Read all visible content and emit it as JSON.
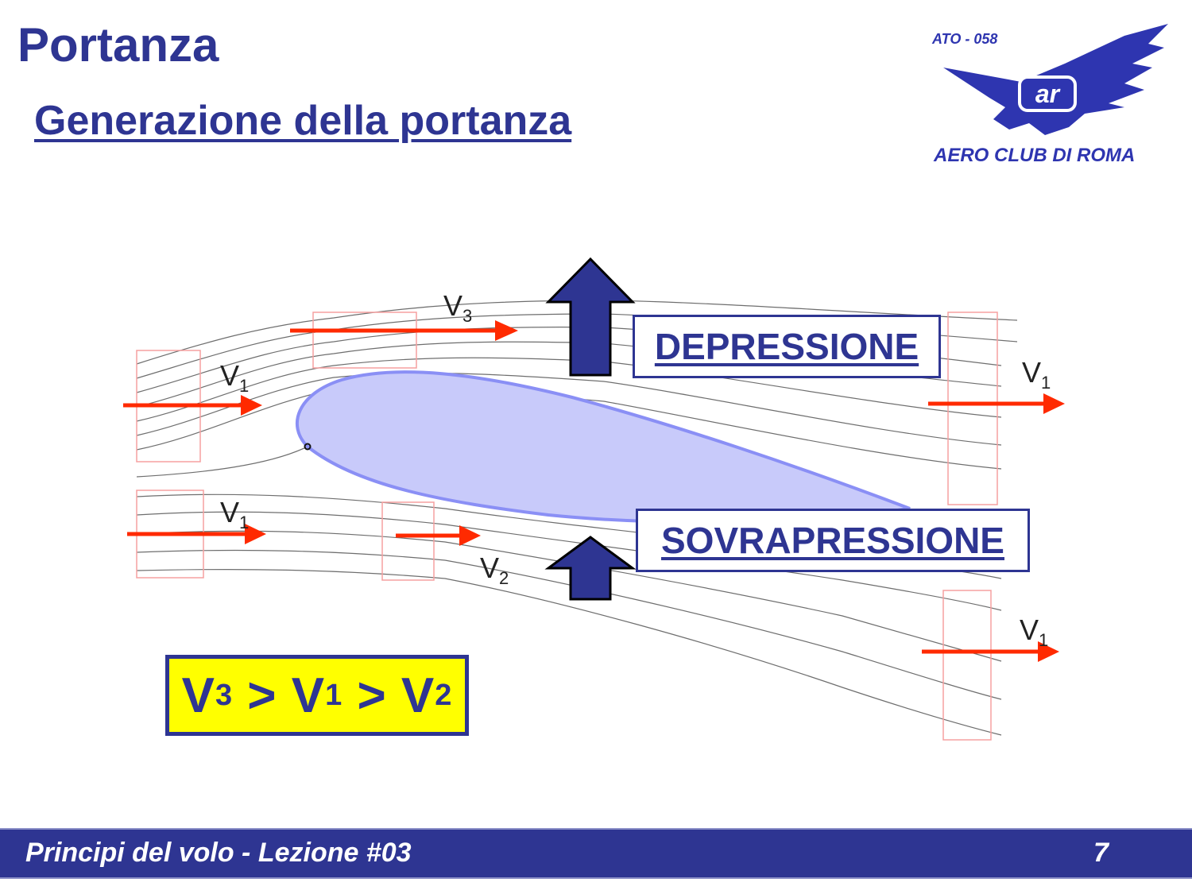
{
  "slide": {
    "title": "Portanza",
    "subtitle": "Generazione della portanza"
  },
  "logo": {
    "code": "ATO - 058",
    "monogram": "ar",
    "name": "AERO CLUB DI ROMA",
    "icon": "eagle-icon",
    "color": "#2E35B0"
  },
  "diagram": {
    "labels": {
      "depression": "DEPRESSIONE",
      "overpressure": "SOVRAPRESSIONE"
    },
    "velocity_labels": [
      {
        "base": "V",
        "sub": "3",
        "position": "top-middle"
      },
      {
        "base": "V",
        "sub": "1",
        "position": "upper-left"
      },
      {
        "base": "V",
        "sub": "1",
        "position": "lower-left"
      },
      {
        "base": "V",
        "sub": "2",
        "position": "lower-middle"
      },
      {
        "base": "V",
        "sub": "1",
        "position": "upper-right"
      },
      {
        "base": "V",
        "sub": "1",
        "position": "lower-right"
      }
    ],
    "equation": {
      "parts": [
        "V",
        "3",
        " > ",
        "V",
        "1",
        " > ",
        "V",
        "2"
      ]
    },
    "colors": {
      "airfoil_fill": "#C8CAFA",
      "airfoil_stroke": "#8A8FF5",
      "arrow_red": "#FF2A00",
      "arrow_blue": "#2E3592",
      "box_outline": "#F5A0A0",
      "highlight": "#FFFF00"
    }
  },
  "footer": {
    "course": "Principi del volo - Lezione #03",
    "page": "7"
  }
}
